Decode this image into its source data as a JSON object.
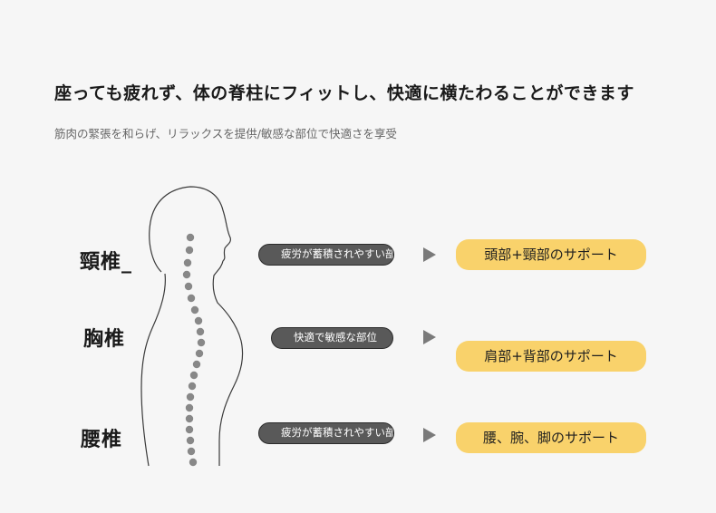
{
  "headline": "座っても疲れず、体の脊柱にフィットし、快適に横たわることができます",
  "subheadline": "筋肉の緊張を和らげ、リラックスを提供/敏感な部位で快適さを享受",
  "rows": [
    {
      "region": "頸椎",
      "marker": "_",
      "issue": "疲労が蓄積されやすい部位",
      "support": "頭部+頸部のサポート"
    },
    {
      "region": "胸椎",
      "issue": "快適で敏感な部位",
      "support": "肩部+背部のサポート"
    },
    {
      "region": "腰椎",
      "issue": "疲労が蓄積されやすい部位",
      "support": "腰、腕、脚のサポート"
    }
  ],
  "colors": {
    "tag": "#f9d26b",
    "pill": "#595959",
    "spine_dot": "#888888"
  },
  "icons": {
    "arrow": "triangle-right-icon"
  }
}
